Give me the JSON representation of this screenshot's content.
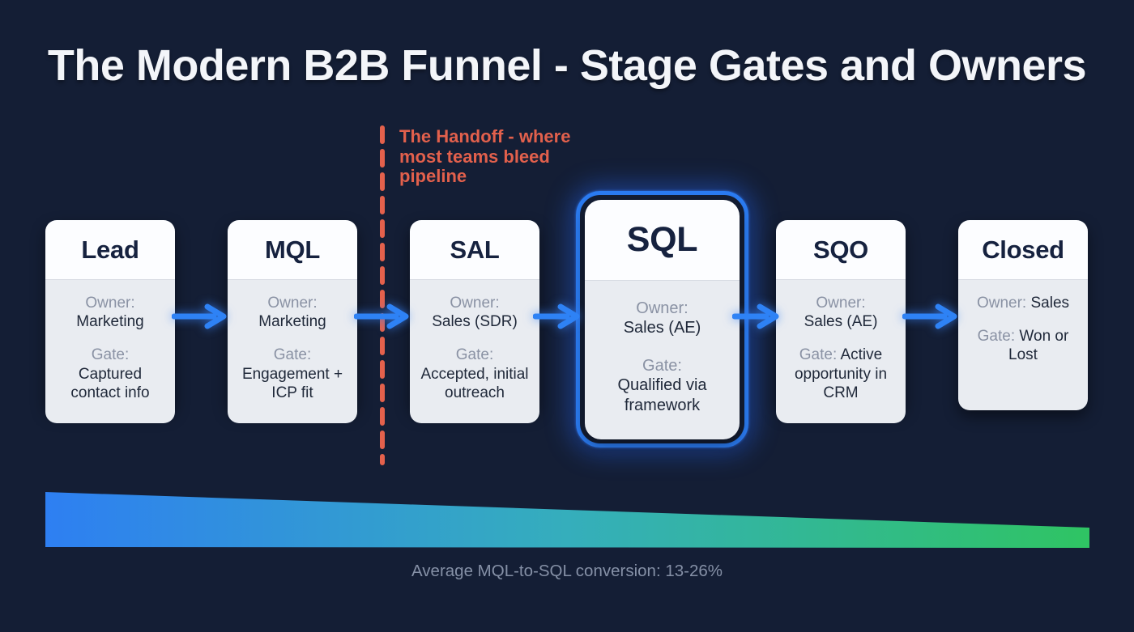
{
  "title": "The Modern B2B Funnel - Stage Gates and Owners",
  "handoff": {
    "label": "The Handoff - where most teams bleed pipeline",
    "color": "#e2604c"
  },
  "stages": [
    {
      "name": "Lead",
      "owner_label": "Owner:",
      "owner": "Marketing",
      "gate_label": "Gate:",
      "gate": "Captured contact info"
    },
    {
      "name": "MQL",
      "owner_label": "Owner:",
      "owner": "Marketing",
      "gate_label": "Gate:",
      "gate": "Engagement + ICP fit"
    },
    {
      "name": "SAL",
      "owner_label": "Owner:",
      "owner": "Sales (SDR)",
      "gate_label": "Gate:",
      "gate": "Accepted, initial outreach"
    },
    {
      "name": "SQL",
      "owner_label": "Owner:",
      "owner": "Sales (AE)",
      "gate_label": "Gate:",
      "gate": "Qualified via framework",
      "highlighted": true
    },
    {
      "name": "SQO",
      "owner_label": "Owner:",
      "owner": "Sales (AE)",
      "gate_label": "Gate:",
      "gate": "Active opportunity in CRM"
    },
    {
      "name": "Closed",
      "owner_label": "Owner:",
      "owner": "Sales",
      "gate_label": "Gate:",
      "gate": "Won or Lost"
    }
  ],
  "funnel_bar": {
    "caption": "Average MQL-to-SQL conversion: 13-26%",
    "gradient_start": "#2e7ff2",
    "gradient_mid": "#35aebc",
    "gradient_end": "#2fc463"
  },
  "colors": {
    "background": "#141e35",
    "accent_blue": "#2e82f5",
    "card_header": "#fcfdff",
    "card_body": "#e9ecf1"
  }
}
